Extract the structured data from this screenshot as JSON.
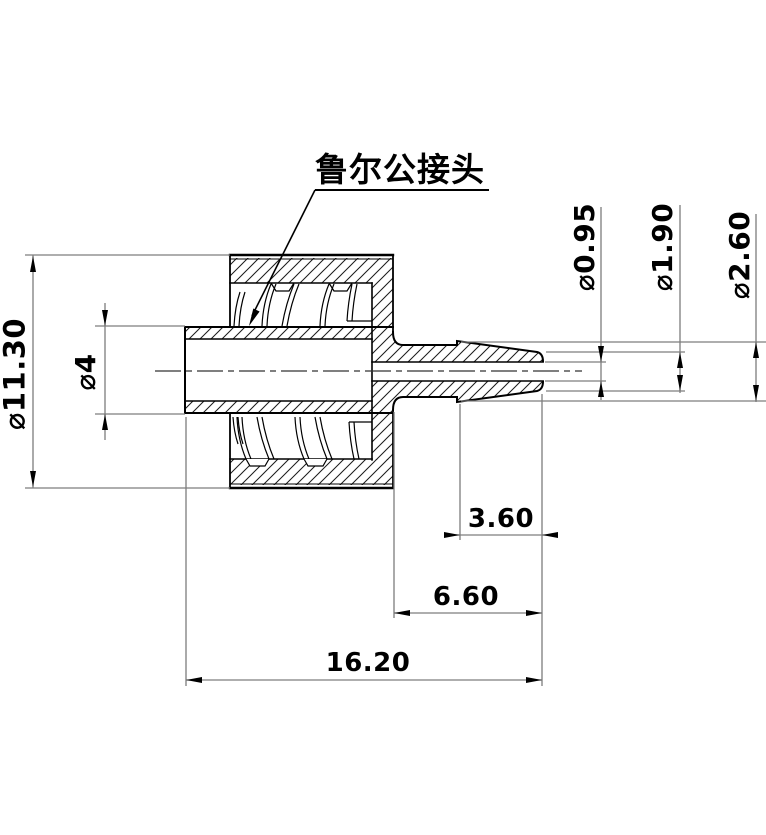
{
  "drawing": {
    "title_callout": "鲁尔公接头",
    "dimensions": {
      "collar_outer_diameter": "⌀11.30",
      "luer_taper_diameter": "⌀4",
      "bore_diameter": "⌀0.95",
      "tip_outer_diameter": "⌀1.90",
      "barb_outer_diameter": "⌀2.60",
      "barb_length": "3.60",
      "stem_length": "6.60",
      "overall_length": "16.20"
    },
    "colors": {
      "outline": "#000000",
      "dimension_lines": "#7d7d7d",
      "background": "#ffffff"
    }
  }
}
